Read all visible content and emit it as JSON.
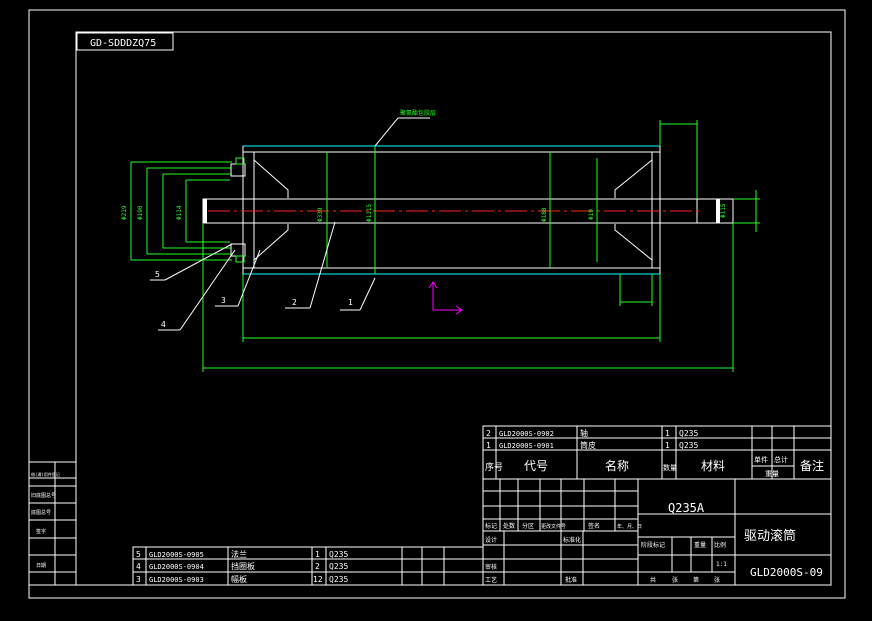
{
  "title_code_box": "GD-SDDDZQ75",
  "drawing_title": "驱动滚筒",
  "drawing_code": "GLD2000S-09",
  "material": "Q235A",
  "scale": "1:1",
  "overhang_note": "聚氨酯包胶层",
  "dimensions": {
    "d1": "Φ219",
    "d2": "Φ339",
    "d3": "Φ1115",
    "d4": "Φ114",
    "d5": "Φ180",
    "d6": "Φ190",
    "d7": "Φ19",
    "d8": "Φ115"
  },
  "part_labels": [
    "1",
    "2",
    "3",
    "4",
    "5"
  ],
  "upper_parts_table": {
    "rows": [
      {
        "no": "2",
        "code": "GLD2000S-0902",
        "name": "轴",
        "qty": "1",
        "mat": "Q235"
      },
      {
        "no": "1",
        "code": "GLD2000S-0901",
        "name": "筒皮",
        "qty": "1",
        "mat": "Q235"
      }
    ],
    "headers": {
      "no": "序号",
      "code": "代号",
      "name": "名称",
      "qty": "数量",
      "mat": "材料",
      "weight_single": "单件",
      "weight_total": "总计",
      "weight_label": "重量",
      "remark": "备注"
    }
  },
  "lower_parts_table": {
    "rows": [
      {
        "no": "5",
        "code": "GLD2000S-0905",
        "name": "法兰",
        "qty": "1",
        "mat": "Q235"
      },
      {
        "no": "4",
        "code": "GLD2000S-0904",
        "name": "挡圈板",
        "qty": "2",
        "mat": "Q235"
      },
      {
        "no": "3",
        "code": "GLD2000S-0903",
        "name": "幅板",
        "qty": "12",
        "mat": "Q235"
      }
    ]
  },
  "title_block": {
    "row_labels": [
      "标记",
      "处数",
      "分区",
      "更改文件号",
      "签名",
      "年、月、日"
    ],
    "design": "设计",
    "standard": "标准化",
    "review": "审核",
    "process": "工艺",
    "approve": "批准",
    "stage_labels": [
      "阶段标记",
      "重量",
      "比例"
    ],
    "sheet_labels": [
      "共",
      "张",
      "第",
      "张"
    ]
  },
  "side_block": {
    "labels": [
      "借(通)用件登记",
      "旧底图总号",
      "底图总号",
      "签字",
      "日期"
    ]
  },
  "colors": {
    "frame": "#ffffff",
    "outline": "#ffffff",
    "dimension": "#22ff22",
    "centerline": "#ff2222",
    "coating": "#00ffff",
    "axis_marker": "#ff00ff"
  }
}
